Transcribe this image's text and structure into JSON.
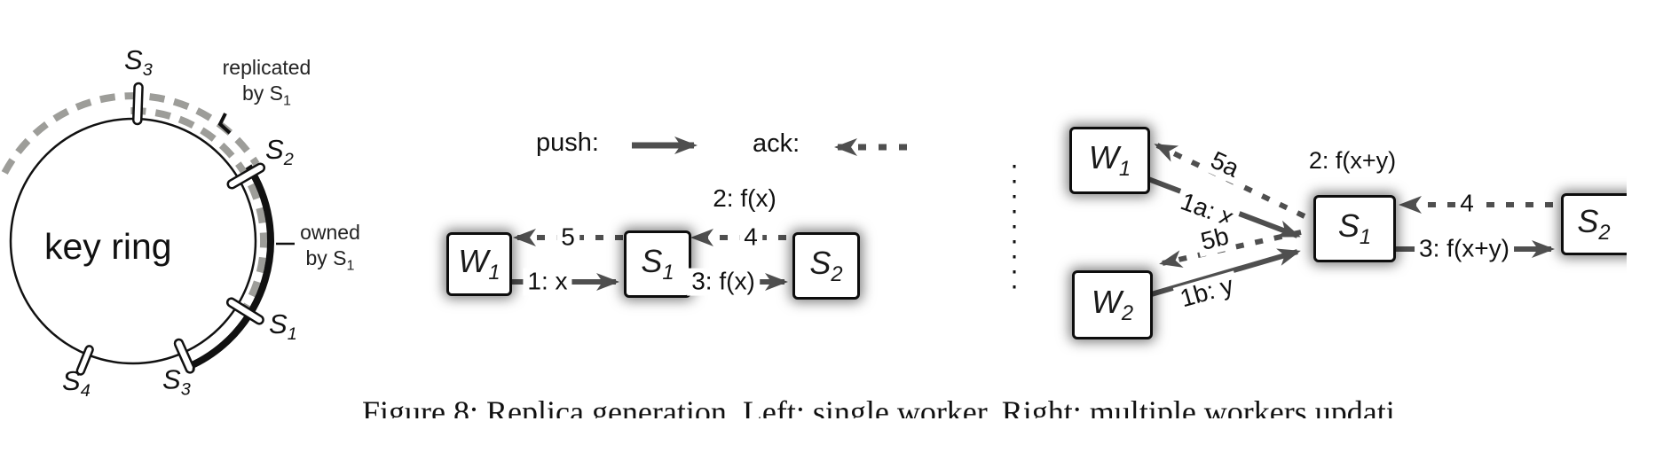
{
  "colors": {
    "arrow": "#4f4f4f",
    "ring_dash": "#9d9d99",
    "black": "#111111"
  },
  "key_ring": {
    "title": "key ring",
    "nodes": [
      {
        "main": "S",
        "sub": "3",
        "prime": ""
      },
      {
        "main": "S",
        "sub": "2",
        "prime": ""
      },
      {
        "main": "S",
        "sub": "1",
        "prime": ""
      },
      {
        "main": "S",
        "sub": "4",
        "prime": ""
      },
      {
        "main": "S",
        "sub": "3",
        "prime": "′"
      }
    ],
    "replicated": {
      "line1": "replicated",
      "line2": "by S",
      "sub": "1"
    },
    "owned": {
      "line1": "owned",
      "line2": "by S",
      "sub": "1"
    }
  },
  "legend": {
    "push": "push:",
    "ack": "ack:"
  },
  "single_worker": {
    "w1": {
      "main": "W",
      "sub": "1"
    },
    "s1": {
      "main": "S",
      "sub": "1"
    },
    "s2": {
      "main": "S",
      "sub": "2"
    },
    "edge_1": "1: x",
    "edge_2": "2: f(x)",
    "edge_3": "3: f(x)",
    "edge_4": "4",
    "edge_5": "5"
  },
  "multi_worker": {
    "w1": {
      "main": "W",
      "sub": "1"
    },
    "w2": {
      "main": "W",
      "sub": "2"
    },
    "s1": {
      "main": "S",
      "sub": "1"
    },
    "s2": {
      "main": "S",
      "sub": "2"
    },
    "edge_1a": "1a: x",
    "edge_1b": "1b: y",
    "edge_2": "2: f(x+y)",
    "edge_3": "3: f(x+y)",
    "edge_4": "4",
    "edge_5a": "5a",
    "edge_5b": "5b"
  },
  "caption": "Figure 8: Replica generation. Left: single worker. Right: multiple workers updati"
}
